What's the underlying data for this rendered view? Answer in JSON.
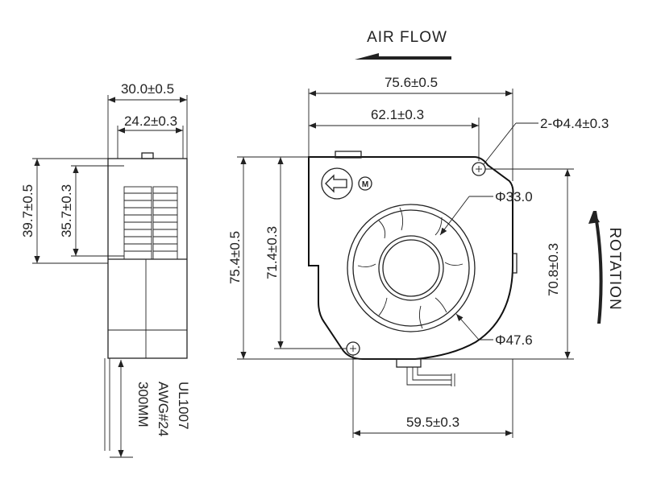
{
  "airflow_label": "AIR FLOW",
  "rotation_label": "ROTATION",
  "side_view": {
    "width_outer": "30.0±0.5",
    "width_inner": "24.2±0.3",
    "height_outer": "39.7±0.5",
    "height_inner": "35.7±0.3",
    "cable_lines": [
      "UL1007",
      "AWG#24",
      "300MM"
    ]
  },
  "front_view": {
    "width_total": "75.6±0.5",
    "width_to_hole": "62.1±0.3",
    "hole_spec": "2-Φ4.4±0.3",
    "inner_dia": "Φ33.0",
    "outer_dia": "Φ47.6",
    "height_total": "75.4±0.5",
    "height_to_hole": "71.4±0.3",
    "hole_vertical": "70.8±0.3",
    "hole_horizontal": "59.5±0.3"
  },
  "icons": [
    "airflow-arrow-icon",
    "rotation-arrow-icon",
    "direction-arrow-icon",
    "motor-symbol-icon"
  ]
}
